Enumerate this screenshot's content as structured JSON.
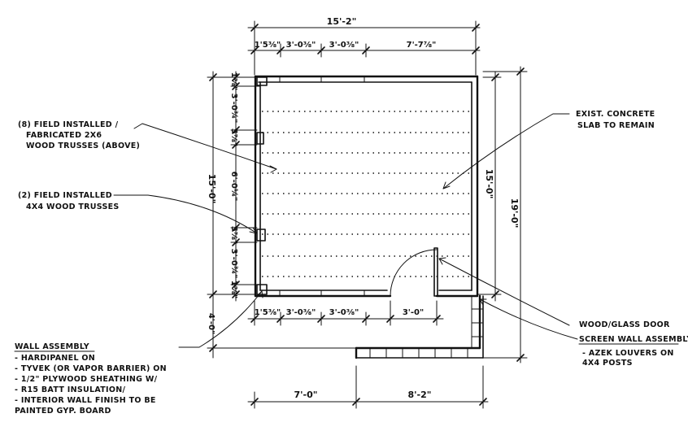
{
  "dimensions": {
    "top_overall": "15'-2\"",
    "top_1": "1'5⅜\"",
    "top_2": "3'-0⅜\"",
    "top_3": "3'-0⅜\"",
    "top_4": "7'-7⅞\"",
    "bottom_1": "1'5⅜\"",
    "bottom_2": "3'-0⅜\"",
    "bottom_3": "3'-0⅜\"",
    "bottom_door": "3'-0\"",
    "bottom_left": "7'-0\"",
    "bottom_right": "8'-2\"",
    "left_overall": "15'-0\"",
    "left_a": "1⅜\"",
    "left_b": "3'-0¾\"",
    "left_c": "5⅞\"",
    "left_d": "6'-0¼\"",
    "left_e": "5⅞\"",
    "left_f": "3'-0¾\"",
    "left_g": "1⅜\"",
    "left_porch": "4'-0\"",
    "right_inner": "15'-0\"",
    "right_overall": "19'-0\""
  },
  "notes": {
    "trusses_2x6": [
      "(8) FIELD INSTALLED /",
      "FABRICATED 2X6",
      "WOOD TRUSSES (ABOVE)"
    ],
    "trusses_4x4": [
      "(2) FIELD INSTALLED",
      "4X4 WOOD TRUSSES"
    ],
    "slab": [
      "EXIST. CONCRETE",
      "SLAB TO REMAIN"
    ],
    "door": "WOOD/GLASS DOOR",
    "screen_title": "SCREEN WALL ASSEMBLY",
    "screen_items": [
      "- AZEK LOUVERS ON",
      "  4X4 POSTS"
    ],
    "wall_title": "WALL ASSEMBLY",
    "wall_items": [
      "- HARDIPANEL ON",
      "- TYVEK (OR VAPOR BARRIER) ON",
      "- 1/2\" PLYWOOD SHEATHING W/",
      "- R15 BATT INSULATION/",
      "- INTERIOR WALL FINISH TO BE",
      "  PAINTED GYP. BOARD"
    ]
  }
}
